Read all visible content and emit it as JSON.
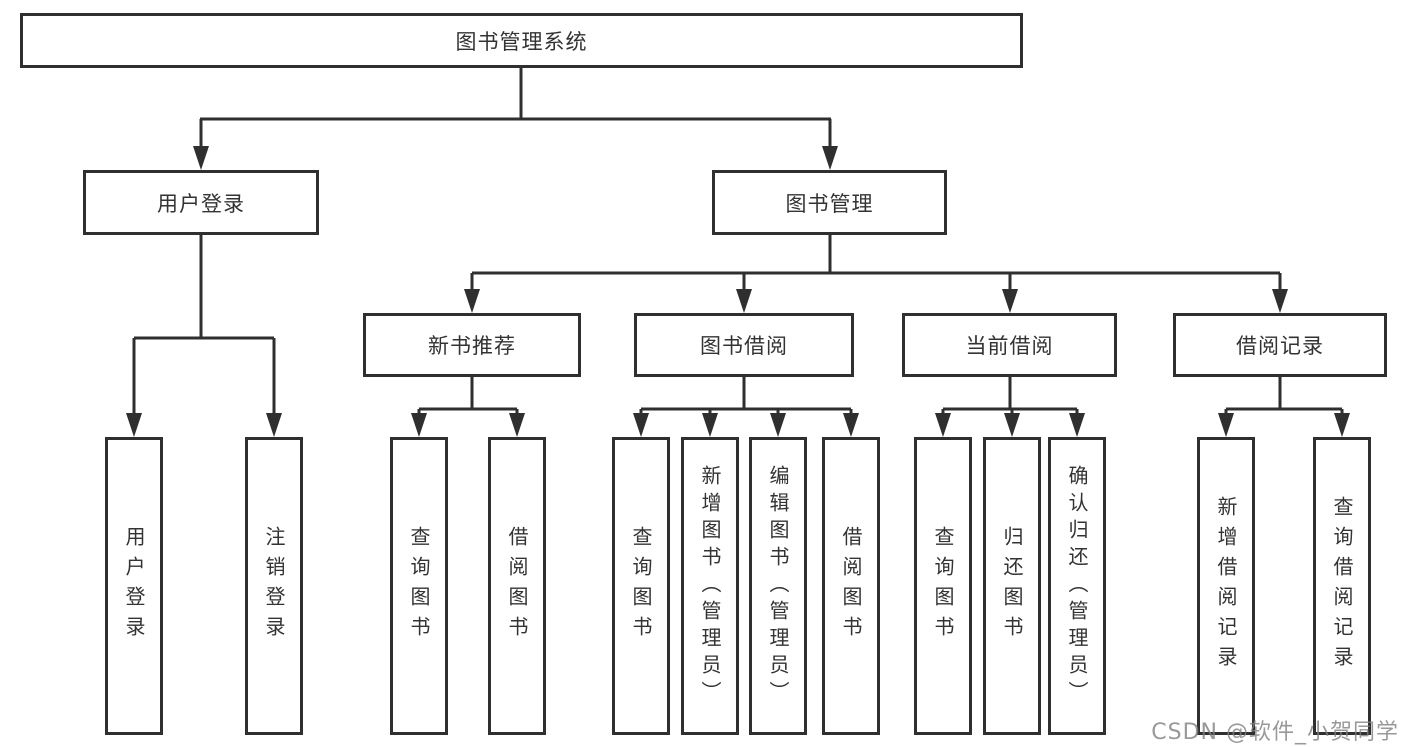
{
  "diagram": {
    "tree": {
      "root": {
        "label": "图书管理系统"
      },
      "level2": [
        {
          "label": "用户登录",
          "children": [
            "用户登录",
            "注销登录"
          ]
        },
        {
          "label": "图书管理",
          "children": [
            {
              "label": "新书推荐",
              "children": [
                "查询图书",
                "借阅图书"
              ]
            },
            {
              "label": "图书借阅",
              "children": [
                "查询图书",
                "新增图书（管理员）",
                "编辑图书（管理员）",
                "借阅图书"
              ]
            },
            {
              "label": "当前借阅",
              "children": [
                "查询图书",
                "归还图书",
                "确认归还（管理员）"
              ]
            },
            {
              "label": "借阅记录",
              "children": [
                "新增借阅记录",
                "查询借阅记录"
              ]
            }
          ]
        }
      ]
    },
    "colors": {
      "line": "#2f2f2f",
      "box_border": "#2f2f2f",
      "text": "#333333",
      "background": "#ffffff",
      "watermark": "#9c9c9c"
    }
  },
  "watermark": "CSDN @软件_小贺同学"
}
